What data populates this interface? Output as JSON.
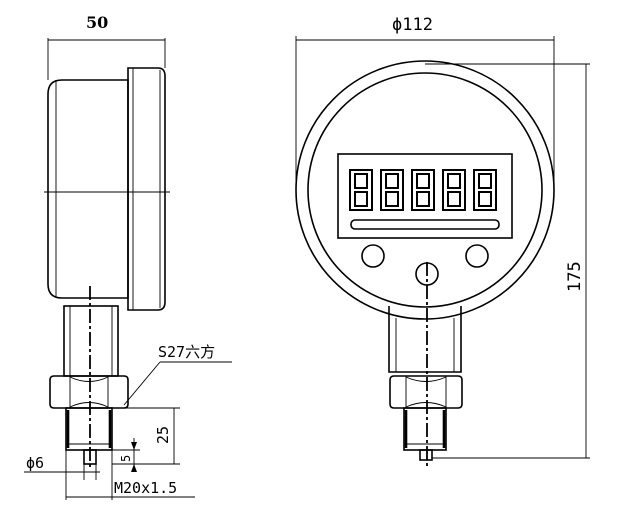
{
  "side_view": {
    "width_dim": "50",
    "hex_label": "S27六方",
    "thread_length_dim": "25",
    "groove_dim": "5",
    "tip_diameter": "ϕ6",
    "thread_spec": "M20x1.5"
  },
  "front_view": {
    "diameter_dim": "ϕ112",
    "height_dim": "175",
    "display_digits": 5,
    "button_count": 3
  }
}
